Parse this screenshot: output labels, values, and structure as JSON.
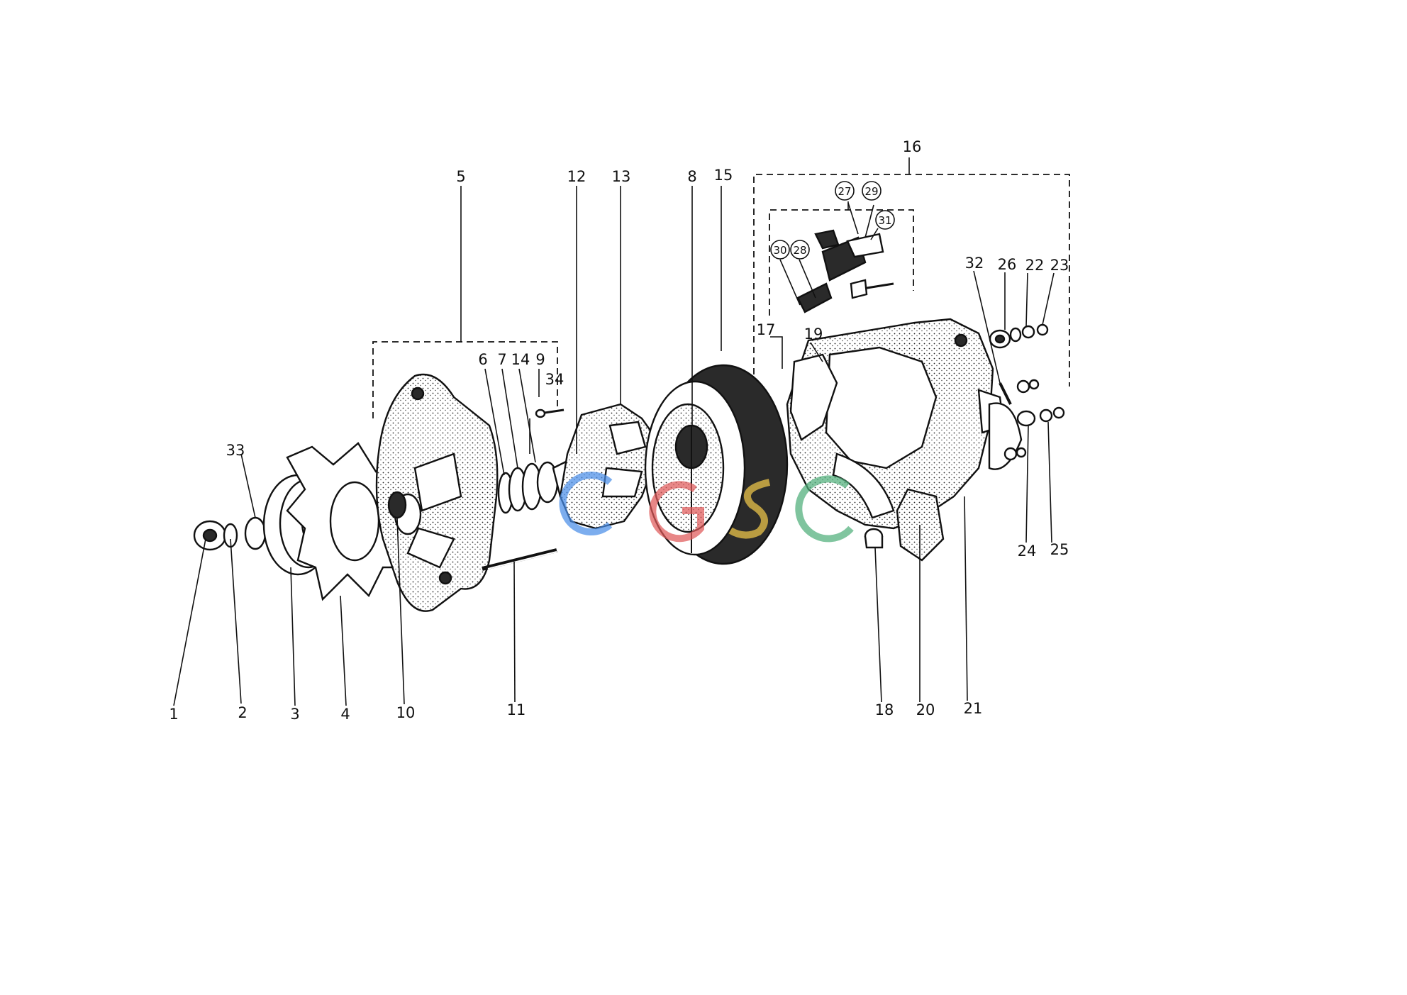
{
  "diagram": {
    "part_numbers": [
      "1",
      "2",
      "3",
      "4",
      "5",
      "6",
      "7",
      "8",
      "9",
      "10",
      "11",
      "12",
      "13",
      "14",
      "15",
      "16",
      "17",
      "18",
      "19",
      "20",
      "21",
      "22",
      "23",
      "24",
      "25",
      "26",
      "27",
      "28",
      "29",
      "30",
      "31",
      "32",
      "33",
      "34"
    ],
    "watermark": {
      "text": "CGSC",
      "colors": [
        "#4a8ee8",
        "#e05a5a",
        "#f0c84a",
        "#4fae7a"
      ]
    }
  }
}
